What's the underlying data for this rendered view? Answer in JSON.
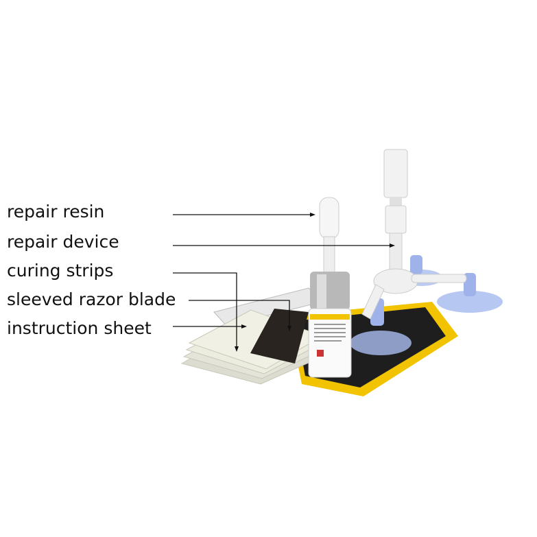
{
  "labels": {
    "repair_resin": "repair resin",
    "repair_device": "repair device",
    "curing_strips": "curing strips",
    "sleeved_razor_blade": "sleeved razor blade",
    "instruction_sheet": "instruction sheet"
  },
  "colors": {
    "text": "#111111",
    "suction_cup": "#8fa8e8",
    "device": "#f2f2f2",
    "sheet_yellow": "#f2c300"
  }
}
